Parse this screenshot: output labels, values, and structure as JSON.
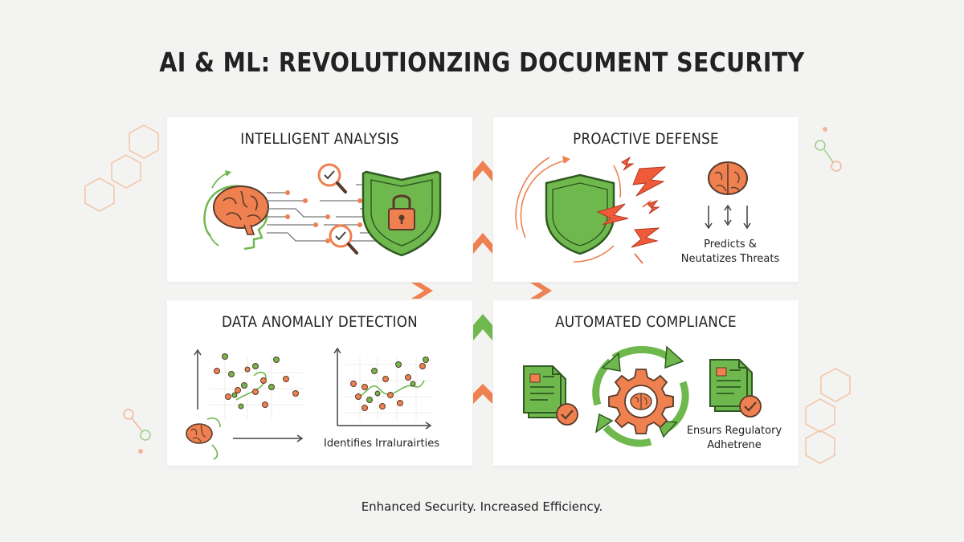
{
  "title": "AI & ML: REVOLUTIONZING DOCUMENT SECURITY",
  "panels": {
    "intelligent_analysis": {
      "title": "INTELLIGENT ANALYSIS"
    },
    "proactive_defense": {
      "title": "PROACTIVE DEFENSE",
      "caption_line1": "Predicts &",
      "caption_line2": "Neutatizes Threats"
    },
    "data_anomaly": {
      "title": "DATA ANOMALIY DETECTION",
      "caption": "Identifies Irralurairties"
    },
    "automated_compliance": {
      "title": "AUTOMATED COMPLIANCE",
      "caption_line1": "Ensurs Regulatory",
      "caption_line2": "Adhetrene"
    }
  },
  "tagline": "Enhanced Security. Increased Efficiency.",
  "colors": {
    "accent_orange": "#ef8050",
    "accent_green": "#6fb84e",
    "text": "#222222",
    "background": "#f3f3f2"
  },
  "icons": [
    "brain-icon",
    "head-icon",
    "magnifier-check-icon",
    "shield-lock-icon",
    "shield-icon",
    "lightning-icon",
    "scatter-plot-icon",
    "document-check-icon",
    "gear-cycle-icon",
    "chevron-icon",
    "hexagon-icon"
  ]
}
